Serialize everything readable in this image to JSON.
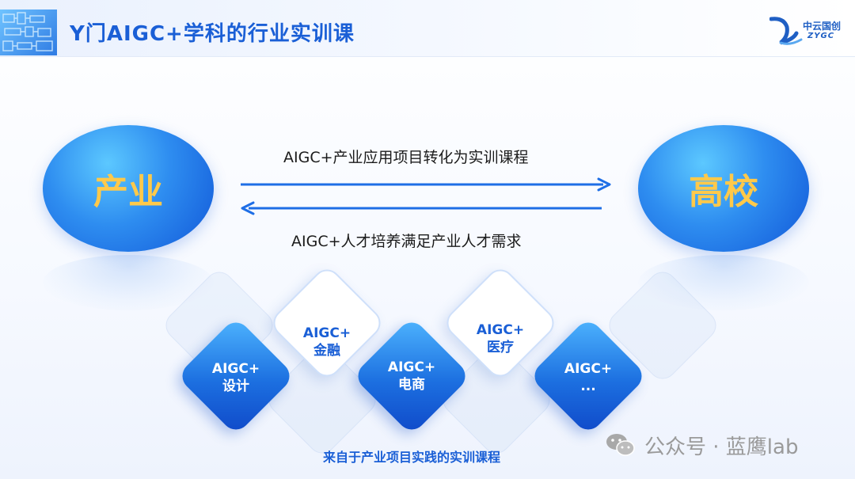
{
  "header": {
    "title": "Y门AIGC+学科的行业实训课"
  },
  "logo": {
    "cn_text": "中云国创",
    "en_text": "ZYGC"
  },
  "flow": {
    "left_node": "产业",
    "right_node": "高校",
    "top_text": "AIGC+产业应用项目转化为实训课程",
    "bottom_text": "AIGC+人才培养满足产业人才需求"
  },
  "courses": [
    {
      "line1": "AIGC+",
      "line2": "设计"
    },
    {
      "line1": "AIGC+",
      "line2": "金融"
    },
    {
      "line1": "AIGC+",
      "line2": "电商"
    },
    {
      "line1": "AIGC+",
      "line2": "医疗"
    },
    {
      "line1": "AIGC+",
      "line2": "..."
    }
  ],
  "footer": "来自于产业项目实践的实训课程",
  "watermark": "公众号 · 蓝鹰lab",
  "colors": {
    "brand_blue": "#1a5fd6",
    "node_text": "#ffc94a"
  }
}
